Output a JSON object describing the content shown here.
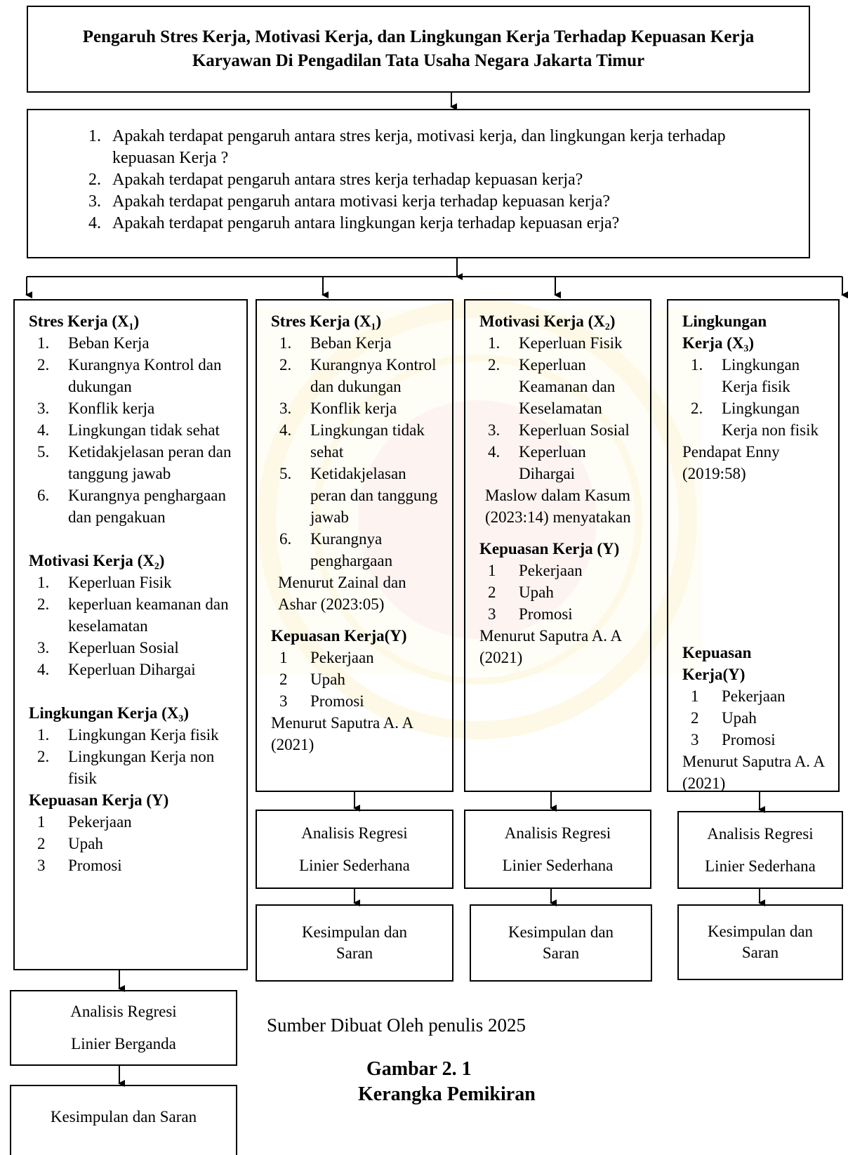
{
  "title": "Pengaruh Stres Kerja, Motivasi Kerja, dan Lingkungan Kerja Terhadap Kepuasan Kerja Karyawan Di Pengadilan Tata Usaha Negara Jakarta Timur",
  "questions": [
    "Apakah terdapat pengaruh antara stres kerja, motivasi kerja, dan lingkungan kerja terhadap kepuasan Kerja ?",
    "Apakah terdapat pengaruh antara stres kerja terhadap kepuasan kerja?",
    "Apakah terdapat pengaruh antara motivasi kerja terhadap kepuasan kerja?",
    "Apakah terdapat pengaruh antara lingkungan kerja terhadap kepuasan erja?"
  ],
  "col1": {
    "x1_title": "Stres Kerja (X₁)",
    "x1_items": [
      "Beban Kerja",
      "Kurangnya Kontrol dan dukungan",
      "Konflik kerja",
      "Lingkungan tidak sehat",
      "Ketidakjelasan peran dan tanggung jawab",
      "Kurangnya penghargaan dan pengakuan"
    ],
    "x2_title": "Motivasi Kerja (X₂)",
    "x2_items": [
      "Keperluan Fisik",
      "keperluan keamanan dan keselamatan",
      "Keperluan Sosial",
      "Keperluan Dihargai"
    ],
    "x3_title": "Lingkungan Kerja (X₃)",
    "x3_items": [
      "Lingkungan Kerja fisik",
      "Lingkungan Kerja non fisik"
    ],
    "y_title": "Kepuasan Kerja (Y)",
    "y_items": [
      "Pekerjaan",
      "Upah",
      "Promosi"
    ],
    "analysis": [
      "Analisis Regresi",
      "Linier Berganda"
    ],
    "conclusion": "Kesimpulan dan Saran"
  },
  "col2": {
    "x_title": "Stres Kerja (X₁)",
    "x_items": [
      "Beban Kerja",
      "Kurangnya Kontrol dan dukungan",
      "Konflik kerja",
      "Lingkungan tidak sehat",
      "Ketidakjelasan peran dan tanggung jawab",
      "Kurangnya penghargaan"
    ],
    "x_source": "Menurut Zainal dan Ashar (2023:05)",
    "y_title": "Kepuasan Kerja(Y)",
    "y_items": [
      "Pekerjaan",
      "Upah",
      "Promosi"
    ],
    "y_source": "Menurut Saputra A. A (2021)",
    "analysis": [
      "Analisis Regresi",
      "Linier Sederhana"
    ],
    "conclusion": "Kesimpulan dan Saran"
  },
  "col3": {
    "x_title": "Motivasi Kerja (X₂)",
    "x_items": [
      "Keperluan Fisik",
      "Keperluan Keamanan dan Keselamatan",
      "Keperluan Sosial",
      "Keperluan Dihargai"
    ],
    "x_source": "Maslow dalam Kasum (2023:14) menyatakan",
    "y_title": "Kepuasan Kerja (Y)",
    "y_items": [
      "Pekerjaan",
      "Upah",
      "Promosi"
    ],
    "y_source": "Menurut Saputra A. A (2021)",
    "analysis": [
      "Analisis Regresi",
      "Linier Sederhana"
    ],
    "conclusion": "Kesimpulan dan Saran"
  },
  "col4": {
    "x_title": "Lingkungan Kerja (X₃)",
    "x_items": [
      "Lingkungan Kerja fisik",
      "Lingkungan Kerja non fisik"
    ],
    "x_source": "Pendapat Enny (2019:58)",
    "y_title": "Kepuasan Kerja(Y)",
    "y_items": [
      "Pekerjaan",
      "Upah",
      "Promosi"
    ],
    "y_source": "Menurut Saputra A. A (2021)",
    "analysis": [
      "Analisis Regresi",
      "Linier Sederhana"
    ],
    "conclusion": "Kesimpulan dan Saran"
  },
  "footer": {
    "source": "Sumber Dibuat Oleh penulis 2025",
    "caption_line1": "Gambar 2. 1",
    "caption_line2": "Kerangka Pemikiran"
  },
  "colors": {
    "watermark_yellow": "#f5e37a",
    "watermark_red": "#f2b3b3"
  }
}
